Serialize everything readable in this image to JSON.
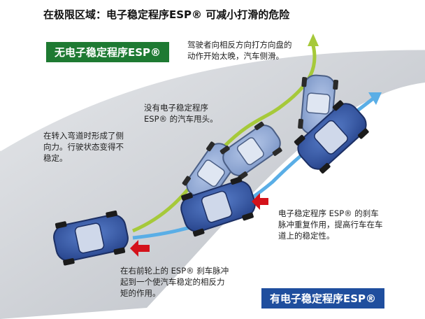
{
  "title": "在极限区域：电子稳定程序ESP® 可减小打滑的危险",
  "badges": {
    "without_esp": "无电子稳定程序ESP®",
    "with_esp": "有电子稳定程序ESP®"
  },
  "notes": {
    "steer_late_1": "驾驶者向相反方向打方向盘的",
    "steer_late_2": "动作开始太晚，汽车侧滑。",
    "spin_1": "没有电子稳定程序",
    "spin_2": "ESP® 的汽车甩头。",
    "lateral_1": "在转入弯道时形成了侧",
    "lateral_2": "向力。行驶状态变得不",
    "lateral_3": "稳定。",
    "rear_brake_1": "电子稳定程序 ESP® 的刹车",
    "rear_brake_2": "脉冲重复作用，提高行车在车",
    "rear_brake_3": "道上的稳定性。",
    "front_brake_1": "在右前轮上的 ESP® 刹车脉冲",
    "front_brake_2": "起到一个使汽车稳定的相反力",
    "front_brake_3": "矩的作用。"
  },
  "colors": {
    "without_esp_path": "#a6c93a",
    "with_esp_path": "#5aaee6",
    "brake_arrow": "#d4121b",
    "road": "#c9ccd2",
    "car_body": "#3f63b0",
    "car_faded": "#8aa6d6",
    "badge_green": "#1e7a32",
    "badge_blue": "#1f4e9e"
  }
}
